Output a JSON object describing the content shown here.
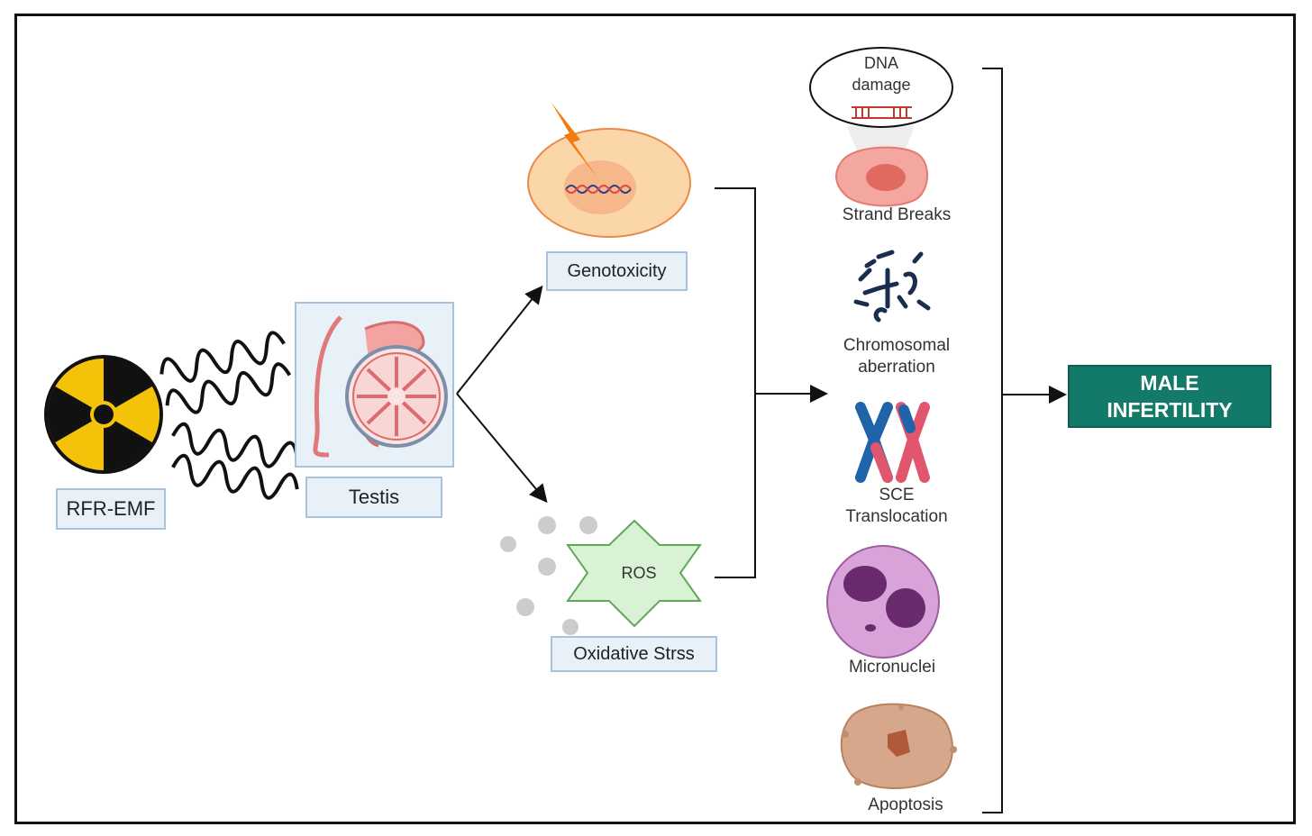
{
  "source": {
    "label": "RFR-EMF"
  },
  "organ": {
    "label": "Testis"
  },
  "pathways": {
    "genotoxicity": "Genotoxicity",
    "oxidative_stress": "Oxidative Strss",
    "ros": "ROS"
  },
  "dna_damage": {
    "line1": "DNA",
    "line2": "damage"
  },
  "effects": {
    "strand_breaks": "Strand Breaks",
    "chromosomal_1": "Chromosomal",
    "chromosomal_2": "aberration",
    "sce_1": "SCE",
    "sce_2": "Translocation",
    "micronuclei": "Micronuclei",
    "apoptosis": "Apoptosis"
  },
  "outcome": {
    "line1": "MALE",
    "line2": "INFERTILITY"
  },
  "colors": {
    "outcome_bg": "#137a69",
    "label_box_bg": "#e8f0f8",
    "label_box_border": "#a9c3de",
    "radiation_yellow": "#f5c20a"
  }
}
